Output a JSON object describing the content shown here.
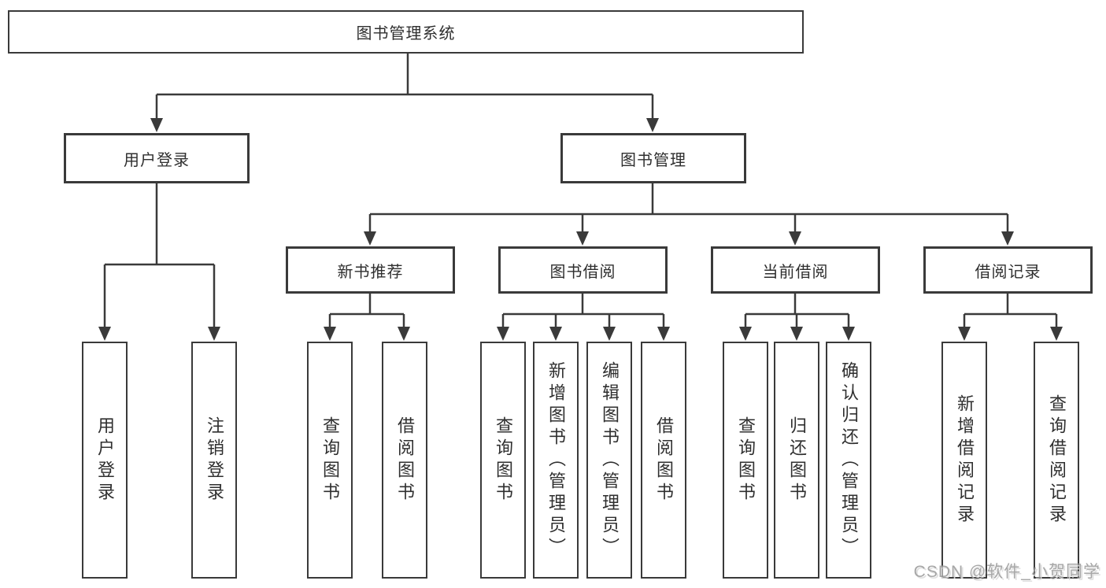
{
  "diagram": {
    "root": {
      "label": "图书管理系统"
    },
    "level2": [
      {
        "label": "用户登录"
      },
      {
        "label": "图书管理"
      }
    ],
    "level3": [
      {
        "label": "新书推荐",
        "parent": "图书管理"
      },
      {
        "label": "图书借阅",
        "parent": "图书管理"
      },
      {
        "label": "当前借阅",
        "parent": "图书管理"
      },
      {
        "label": "借阅记录",
        "parent": "图书管理"
      }
    ],
    "leaves": [
      {
        "label": "用户登录",
        "parent": "用户登录"
      },
      {
        "label": "注销登录",
        "parent": "用户登录"
      },
      {
        "label": "查询图书",
        "parent": "新书推荐"
      },
      {
        "label": "借阅图书",
        "parent": "新书推荐"
      },
      {
        "label": "查询图书",
        "parent": "图书借阅"
      },
      {
        "label": "新增图书（管理员）",
        "parent": "图书借阅"
      },
      {
        "label": "编辑图书（管理员）",
        "parent": "图书借阅"
      },
      {
        "label": "借阅图书",
        "parent": "图书借阅"
      },
      {
        "label": "查询图书",
        "parent": "当前借阅"
      },
      {
        "label": "归还图书",
        "parent": "当前借阅"
      },
      {
        "label": "确认归还（管理员）",
        "parent": "当前借阅"
      },
      {
        "label": "新增借阅记录",
        "parent": "借阅记录"
      },
      {
        "label": "查询借阅记录",
        "parent": "借阅记录"
      }
    ],
    "colors": {
      "line": "#3a3a3a",
      "text": "#2f2f2f",
      "background": "#ffffff",
      "watermark": "#9e9e9e"
    }
  },
  "watermark": {
    "text": "CSDN @软件_小贺同学"
  }
}
